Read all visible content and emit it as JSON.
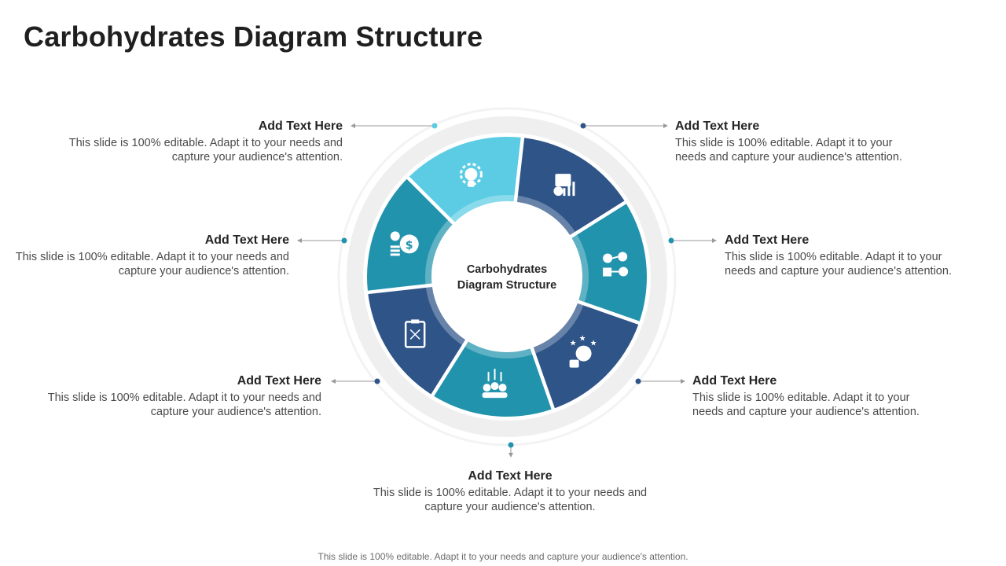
{
  "title": "Carbohydrates Diagram Structure",
  "center_label": "Carbohydrates Diagram Structure",
  "colors": {
    "light": "#5ccce4",
    "teal": "#2293ad",
    "navy": "#2e5488",
    "ring": "#f0f0f0"
  },
  "segments": [
    {
      "icon": "bulb-gear-icon",
      "color": "#5ccce4"
    },
    {
      "icon": "money-scroll-chart-icon",
      "color": "#2e5488"
    },
    {
      "icon": "network-people-icon",
      "color": "#2293ad"
    },
    {
      "icon": "rating-stars-person-icon",
      "color": "#2e5488"
    },
    {
      "icon": "team-growth-icon",
      "color": "#2293ad"
    },
    {
      "icon": "clipboard-strategy-icon",
      "color": "#2e5488"
    },
    {
      "icon": "money-bags-icon",
      "color": "#2293ad"
    }
  ],
  "callouts": [
    {
      "heading": "Add Text Here",
      "body": "This slide is 100% editable. Adapt it to your needs and capture your audience's attention."
    },
    {
      "heading": "Add Text Here",
      "body": "This slide is 100% editable. Adapt it to your needs and capture your audience's attention."
    },
    {
      "heading": "Add Text Here",
      "body": "This slide is 100% editable. Adapt it to your needs and capture your audience's attention."
    },
    {
      "heading": "Add Text Here",
      "body": "This slide is 100% editable. Adapt it to your needs and capture your audience's attention."
    },
    {
      "heading": "Add Text Here",
      "body": "This slide is 100% editable. Adapt it to your needs and capture your audience's attention."
    },
    {
      "heading": "Add Text Here",
      "body": "This slide is 100% editable. Adapt it to your needs and capture your audience's attention."
    },
    {
      "heading": "Add Text Here",
      "body": "This slide is 100% editable. Adapt it to your needs and capture your audience's attention."
    }
  ],
  "footer": "This slide is 100% editable. Adapt it to your needs and capture your audience's attention."
}
